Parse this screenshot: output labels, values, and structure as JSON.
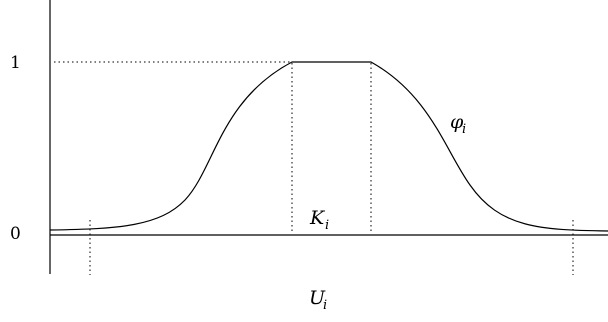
{
  "diagram": {
    "y_tick_one": "1",
    "y_tick_zero": "0",
    "curve_label": {
      "base": "φ",
      "sub": "i"
    },
    "plateau_label": {
      "base": "K",
      "sub": "i"
    },
    "support_label": {
      "base": "U",
      "sub": "i"
    },
    "colors": {
      "line": "#000000",
      "background": "#ffffff"
    }
  }
}
